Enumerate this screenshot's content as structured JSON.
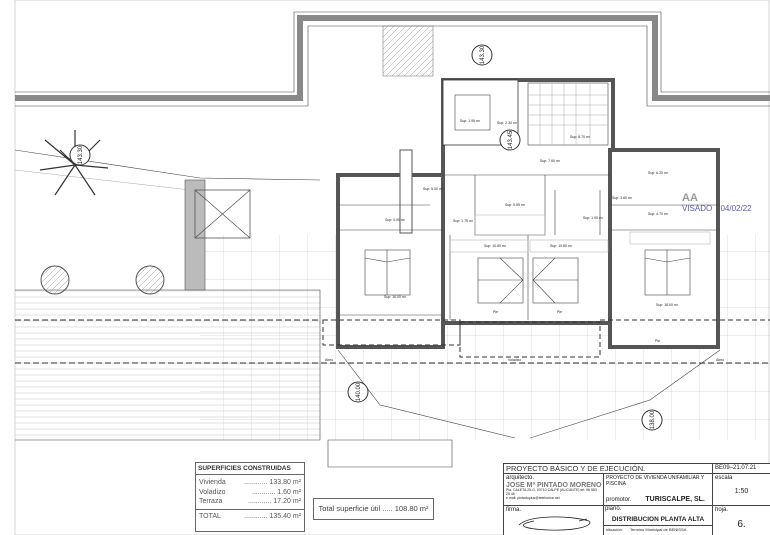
{
  "plan": {
    "levels": [
      "143.30",
      "143.30",
      "143.45",
      "140.00",
      "138.00"
    ],
    "rooms": [
      {
        "label": "Sup: 1.95 m²"
      },
      {
        "label": "Sup: 2.30 m²"
      },
      {
        "label": "Sup: 8.70 m²"
      },
      {
        "label": "Sup: 7.60 m²"
      },
      {
        "label": "Sup: 5.55 m²"
      },
      {
        "label": "Sup: 5.00 m²"
      },
      {
        "label": "Sup: 0.90 m²"
      },
      {
        "label": "Sup: 1.75 m²"
      },
      {
        "label": "Sup: 1.90 m²"
      },
      {
        "label": "Sup: 3.60 m²"
      },
      {
        "label": "Sup: 6.20 m²"
      },
      {
        "label": "Sup: 4.70 m²"
      },
      {
        "label": "Sup: 10.80 m²"
      },
      {
        "label": "Sup: 10.80 m²"
      },
      {
        "label": "Sup: 16.00 m²"
      },
      {
        "label": "Sup: 18.00 m²"
      }
    ],
    "annotations": {
      "pie1": "Pie",
      "pie2": "Pie",
      "pie3": "Pie",
      "voladizo": "Voladizo",
      "alero1": "Alero",
      "alero2": "Alero"
    }
  },
  "stamp": {
    "logo": "AA",
    "label": "VISADO",
    "date": "04/02/22"
  },
  "superficies": {
    "title": "SUPERFICIES CONSTRUIDAS",
    "rows": [
      {
        "name": "Vivienda",
        "dots": "............",
        "value": "133.80 m²"
      },
      {
        "name": "Voladizo",
        "dots": "............",
        "value": "1.60 m²"
      },
      {
        "name": "Terraza",
        "dots": "............",
        "value": "17.20 m²"
      }
    ],
    "total": {
      "name": "TOTAL",
      "dots": "............",
      "value": "135.40 m²"
    }
  },
  "superficie_util": "Total superficie útil ..... 108.80 m²",
  "title_block": {
    "header": "PROYECTO BÁSICO Y DE EJECUCIÓN.",
    "code": "BE09–21.07.21",
    "arquitecto_label": "arquitecto.",
    "arquitecto": "JOSE Mª PINTADO MORENO",
    "address": "Pla. CALETA 25-G, 03710 CALPE (ALICANTE) tel: 96 583 25 46",
    "email": "e.mail: pintadoplus@telefonica.net",
    "proyecto": "PROYECTO DE VIVIENDA UNIFAMILIAR Y PISCINA",
    "promotor_label": "promotor.",
    "promotor": "TURISCALPE, SL.",
    "escala_label": "escala",
    "escala": "1:50",
    "firma_label": "firma.",
    "plano_label": "plano.",
    "plano": "DISTRIBUCION PLANTA ALTA",
    "hoja_label": "hoja.",
    "hoja": "6.",
    "situacion_label": "situación.",
    "situacion": "Termino Municipal de BENISSA"
  }
}
